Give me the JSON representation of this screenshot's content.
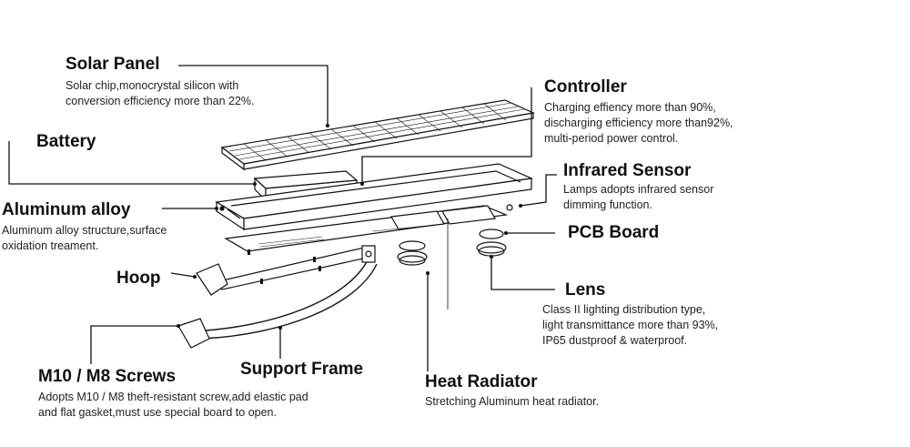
{
  "diagram": {
    "type": "exploded-view",
    "subject": "All-in-one solar street light",
    "components": [
      {
        "id": "solar_panel",
        "title": "Solar Panel",
        "description": [
          "Solar chip,monocrystal silicon with",
          "conversion efficiency more than 22%."
        ]
      },
      {
        "id": "controller",
        "title": "Controller",
        "description": [
          "Charging effiency more than 90%,",
          "discharging efficiency more than92%,",
          "multi-period power control."
        ]
      },
      {
        "id": "battery",
        "title": "Battery",
        "description": []
      },
      {
        "id": "infrared_sensor",
        "title": "Infrared Sensor",
        "description": [
          "Lamps adopts infrared sensor",
          "dimming function."
        ]
      },
      {
        "id": "aluminum_alloy",
        "title": "Aluminum alloy",
        "description": [
          "Aluminum alloy structure,surface",
          "oxidation treament."
        ]
      },
      {
        "id": "pcb_board",
        "title": "PCB Board",
        "description": []
      },
      {
        "id": "hoop",
        "title": "Hoop",
        "description": []
      },
      {
        "id": "lens",
        "title": "Lens",
        "description": [
          "Class II lighting distribution type,",
          "light transmittance more than 93%,",
          "IP65 dustproof & waterproof."
        ]
      },
      {
        "id": "screws",
        "title": "M10 / M8 Screws",
        "description": [
          "Adopts M10 / M8 theft-resistant screw,add elastic pad",
          "and flat gasket,must use special board to open."
        ]
      },
      {
        "id": "support_frame",
        "title": "Support Frame",
        "description": []
      },
      {
        "id": "heat_radiator",
        "title": "Heat Radiator",
        "description": [
          "Stretching Aluminum heat radiator."
        ]
      }
    ]
  }
}
